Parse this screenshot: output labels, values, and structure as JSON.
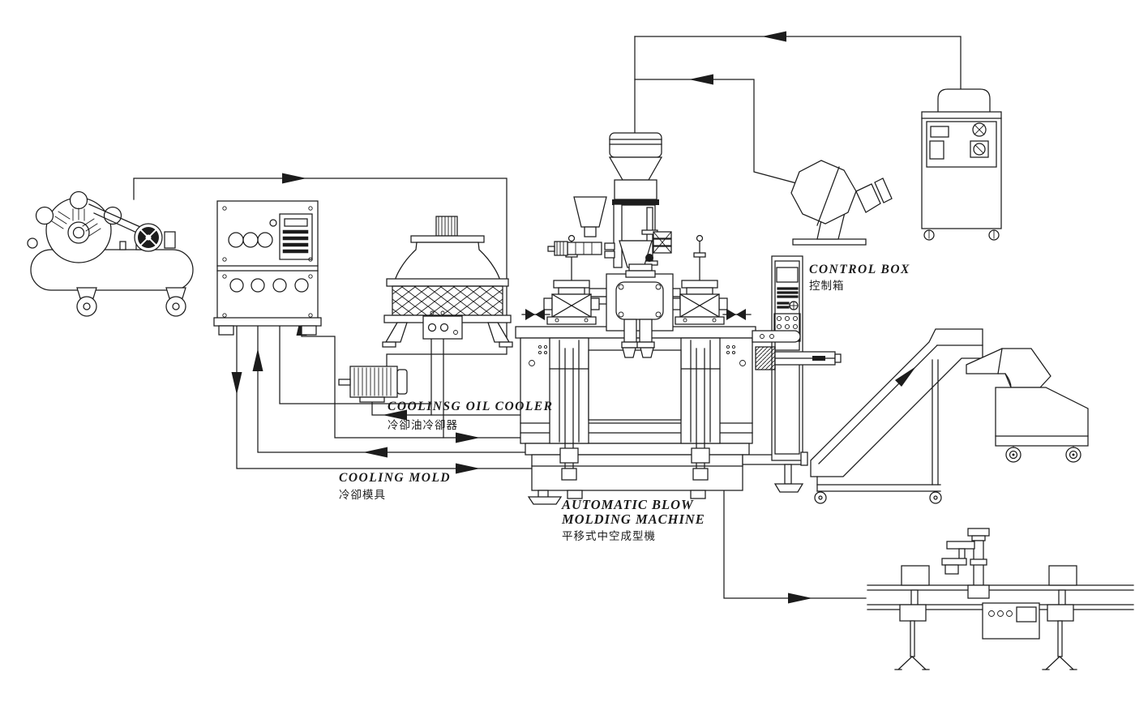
{
  "colors": {
    "ink": "#1c1c1c",
    "background": "#ffffff"
  },
  "labels": {
    "oil_cooler_en": "COOLINSG  OIL  COOLER",
    "oil_cooler_zh": "冷卻油冷卻器",
    "mold_en": "COOLING  MOLD",
    "mold_zh": "冷卻模具",
    "control_en": "CONTROL  BOX",
    "control_zh": "控制箱",
    "machine_en1": "AUTOMATIC  BLOW",
    "machine_en2": "MOLDING  MACHINE",
    "machine_zh": "平移式中空成型機"
  }
}
